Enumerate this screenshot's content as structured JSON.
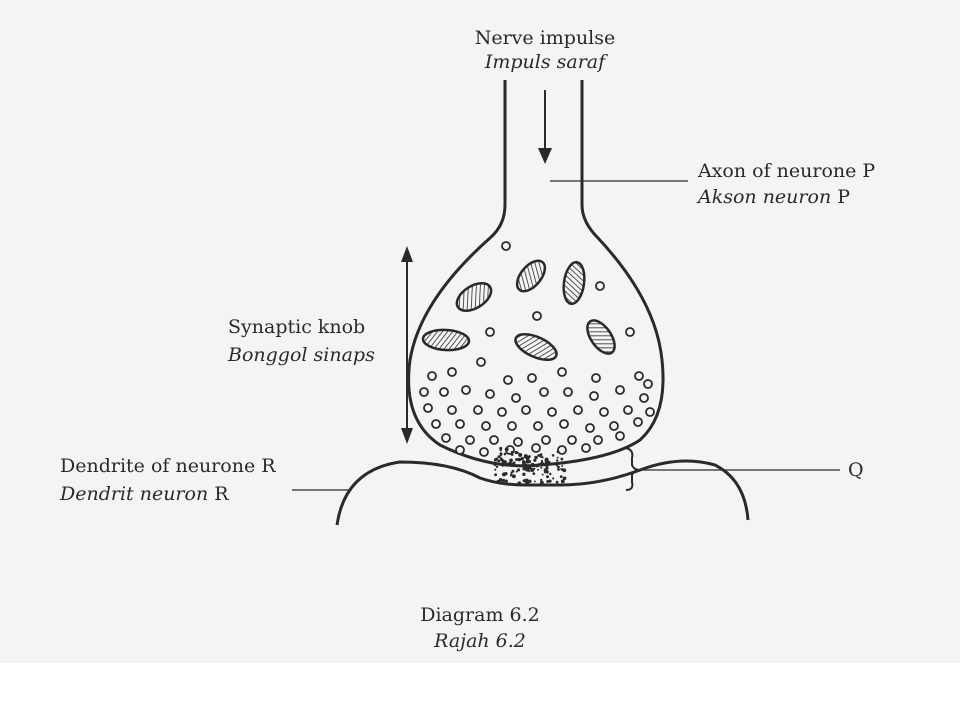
{
  "labels": {
    "nerve_impulse": "Nerve impulse",
    "nerve_impulse_ms": "Impuls saraf",
    "axon_pre": "Axon of neurone P",
    "axon_pre_ms": "Akson neuron",
    "axon_letter": "P",
    "synaptic_knob": "Synaptic knob",
    "synaptic_knob_ms": "Bonggol sinaps",
    "dendrite": "Dendrite of neurone R",
    "dendrite_ms": "Dendrit neuron",
    "dendrite_letter": "R",
    "q": "Q"
  },
  "caption": {
    "line1": "Diagram 6.2",
    "line2": "Rajah 6.2"
  },
  "colors": {
    "ink": "#2a2a2a",
    "paper": "#f4f4f2"
  }
}
